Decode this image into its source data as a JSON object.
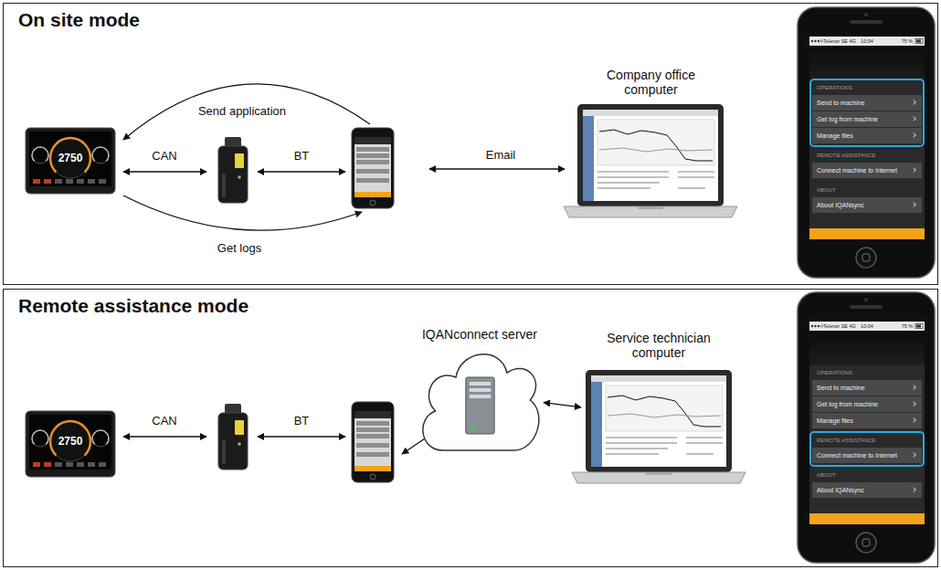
{
  "diagram": {
    "nodes": [
      {
        "text": [
          "On site mode"
        ]
      },
      {
        "text": [
          "2750"
        ],
        "in": 0
      },
      {
        "text": [
          "Company office computer"
        ],
        "in": 0
      },
      {
        "text": [
          "OPERATIONS",
          "Send to machine",
          "Get log from machine",
          "Manage files",
          "REMOTE ASSISTANCE",
          "Connect machine to Internet",
          "ABOUT",
          "About IQANsync"
        ],
        "in": 0
      },
      {
        "text": [
          "Remote assistance mode"
        ]
      },
      {
        "text": [
          "2750"
        ],
        "in": 4
      },
      {
        "text": [
          "IQANconnect server"
        ],
        "in": 4
      },
      {
        "text": [
          "Service technician computer"
        ],
        "in": 4
      },
      {
        "text": [
          "OPERATIONS",
          "Send to machine",
          "Get log from machine",
          "Manage files",
          "REMOTE ASSISTANCE",
          "Connect machine to Internet",
          "ABOUT",
          "About IQANsync"
        ],
        "in": 4
      }
    ],
    "edges": [
      {
        "from": 6,
        "to": 7,
        "arrow": "both"
      }
    ],
    "labels": [
      "Send application",
      "CAN",
      "BT",
      "Get logs",
      "Email",
      "Telenor SE 4G",
      "10:04",
      "75 %",
      "CAN",
      "BT",
      "Telenor SE 4G",
      "10:04",
      "75 %"
    ]
  }
}
